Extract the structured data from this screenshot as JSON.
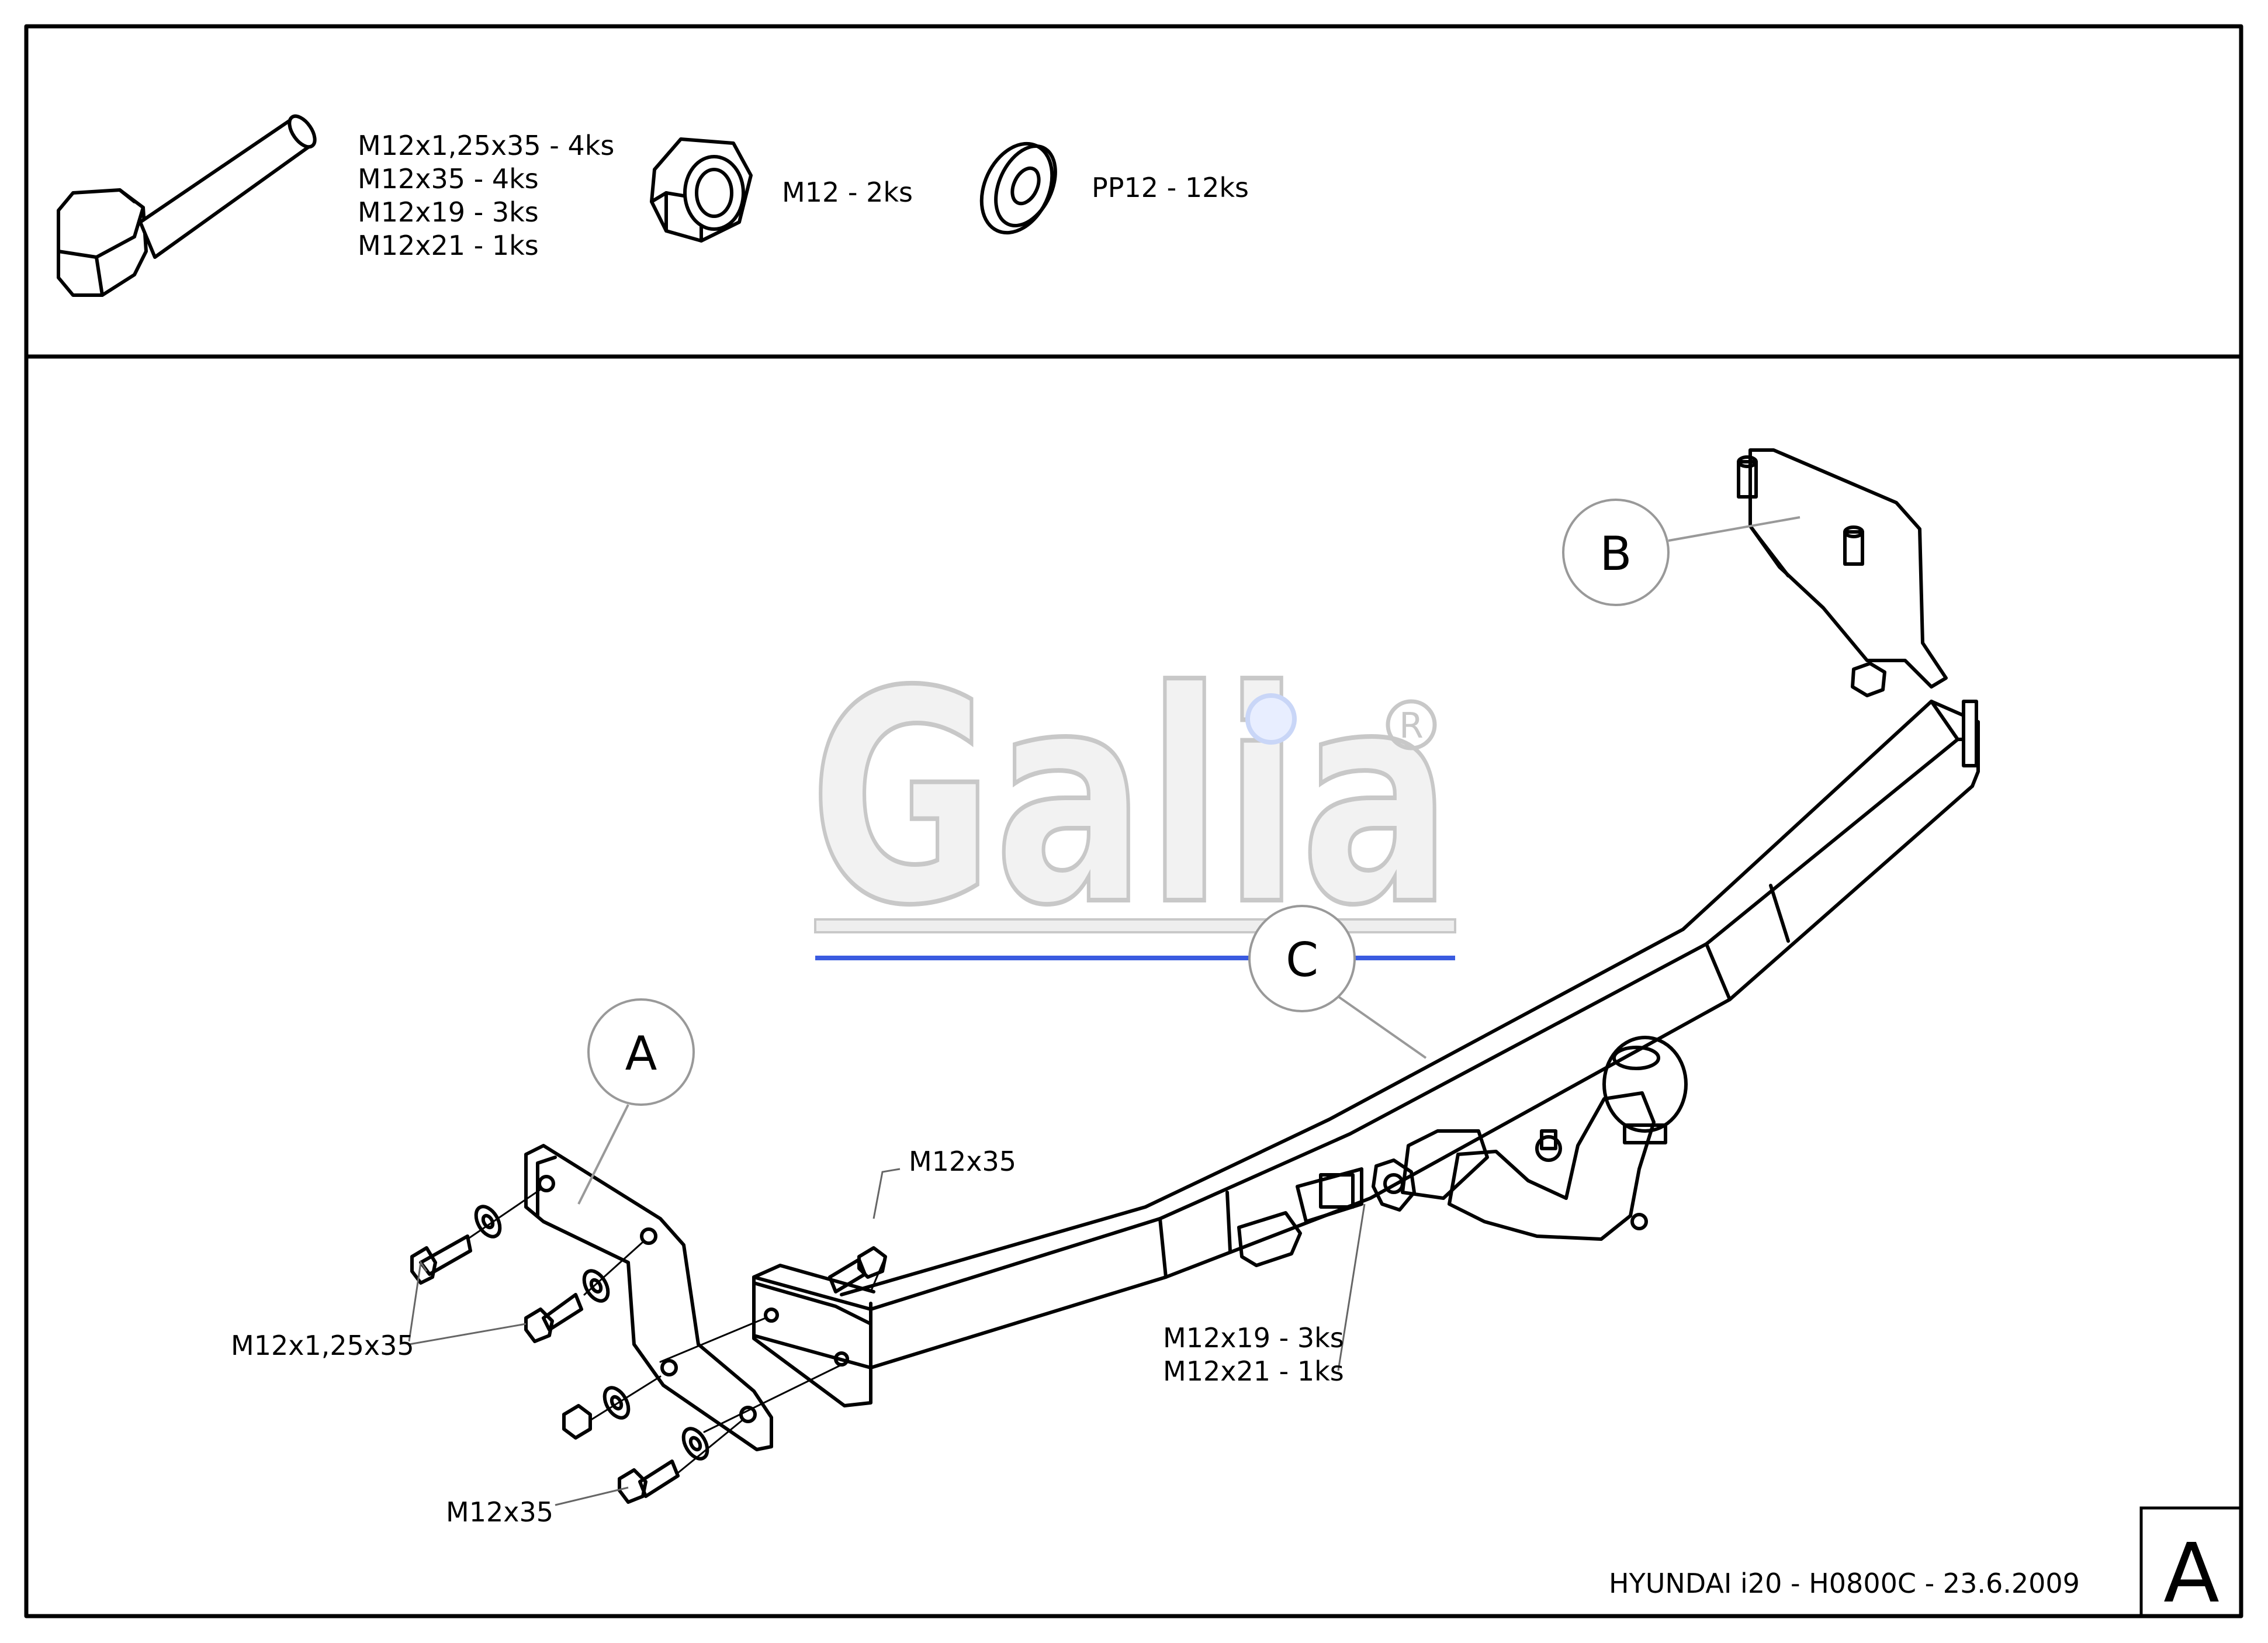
{
  "parts_list": {
    "bolt_labels": [
      "M12x1,25x35 - 4ks",
      "M12x35 - 4ks",
      "M12x19 - 3ks",
      "M12x21 - 1ks"
    ],
    "nut_label": "M12 - 2ks",
    "washer_label": "PP12 - 12ks"
  },
  "logo": {
    "text": "Galia",
    "registered_mark": "R",
    "colors": {
      "fill": "#f2f2f2",
      "outline": "#c8c8c8",
      "dot": "#c9d6f7",
      "stripe_blue": "#3a5be0"
    }
  },
  "callouts": {
    "a": "A",
    "b": "B",
    "c": "C"
  },
  "assembly_labels": {
    "m12x35_top": "M12x35",
    "m12x125x35": "M12x1,25x35",
    "m12x35_bottom": "M12x35",
    "m12x19": "M12x19 - 3ks",
    "m12x21": "M12x21 - 1ks"
  },
  "title_block": {
    "text": "HYUNDAI i20 - H0800C - 23.6.2009",
    "sheet_letter": "A"
  }
}
